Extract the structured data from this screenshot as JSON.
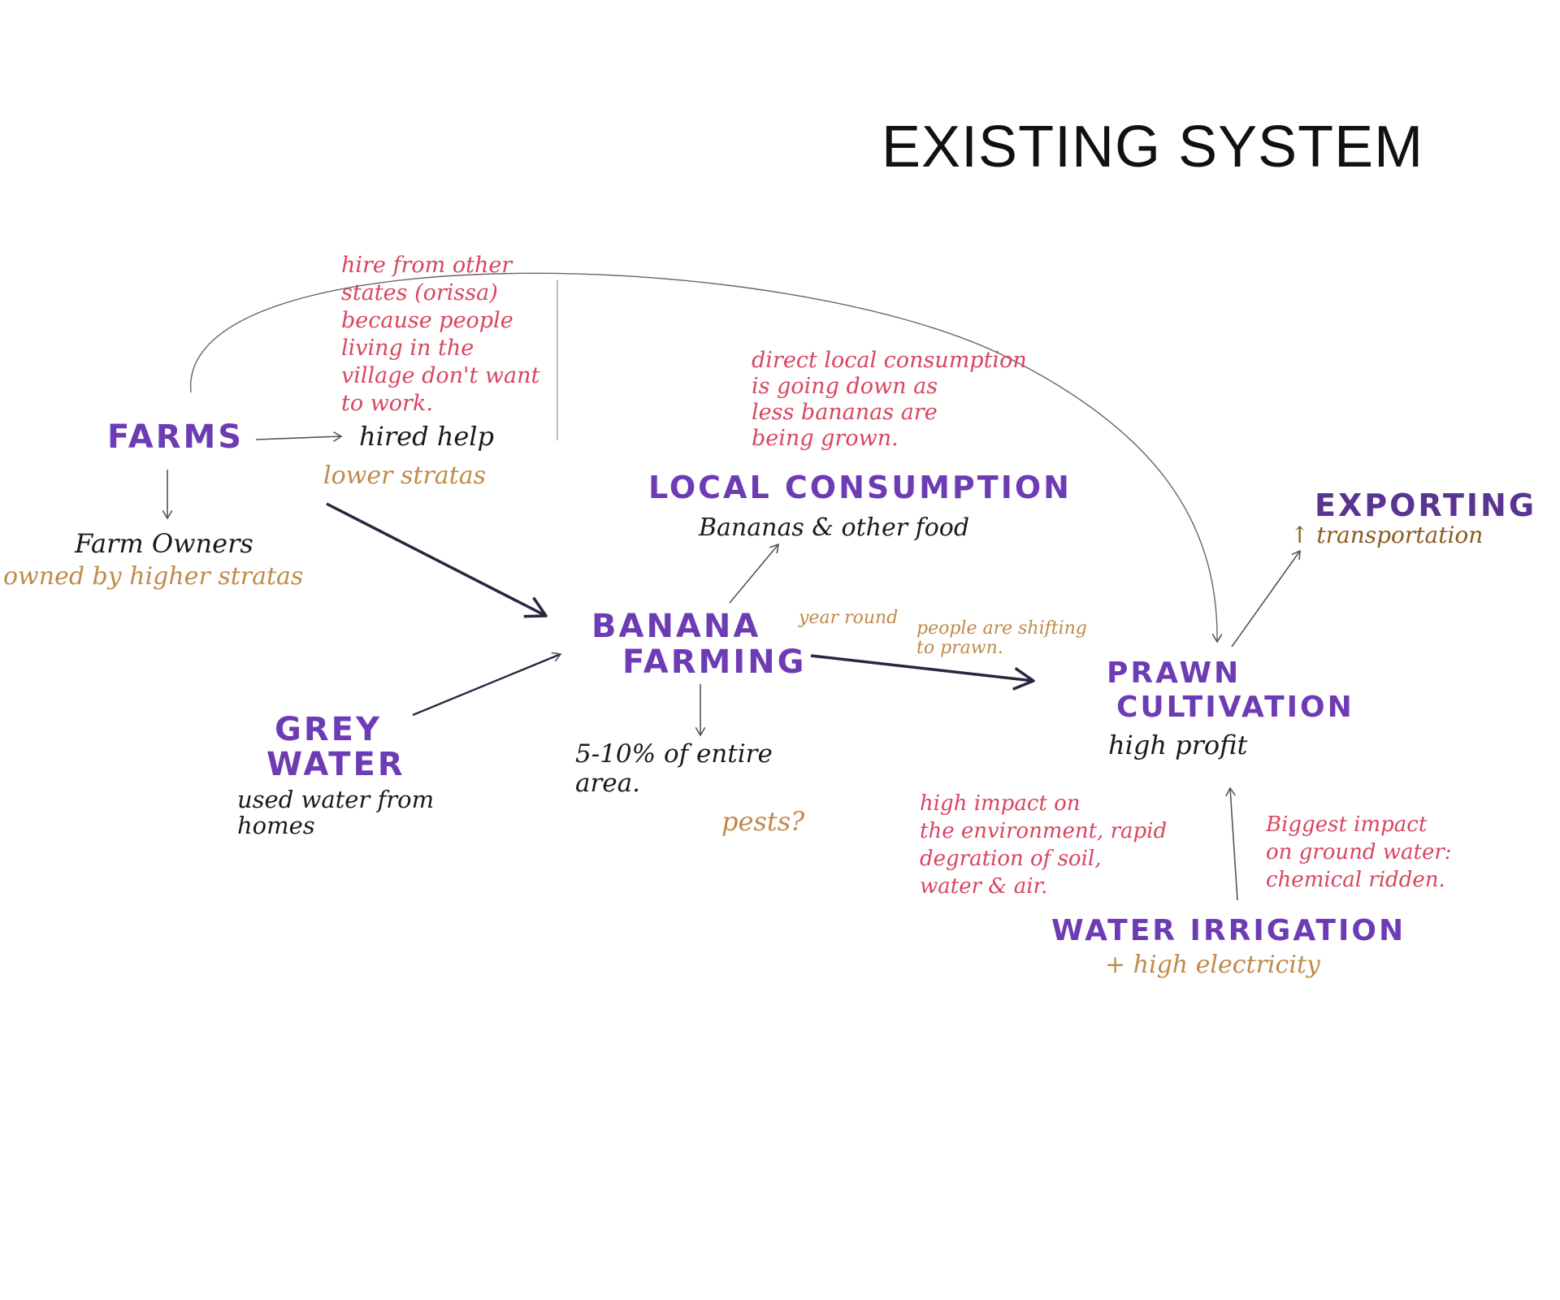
{
  "title": "EXISTING SYSTEM",
  "colors": {
    "node": "#6d3cb4",
    "note_red": "#d9455f",
    "note_brown": "#c08a4a",
    "note_dark_brown": "#8a5a20",
    "text_black": "#1a1a1a",
    "arrow": "#2a2540",
    "thin_line": "#555555"
  },
  "nodes": {
    "farms": "FARMS",
    "local_consumption": "LOCAL CONSUMPTION",
    "exporting": "EXPORTING",
    "banana_farming_line1": "BANANA",
    "banana_farming_line2": "FARMING",
    "prawn_cultivation_line1": "PRAWN",
    "prawn_cultivation_line2": "CULTIVATION",
    "grey_water_line1": "GREY",
    "grey_water_line2": "WATER",
    "water_irrigation": "WATER IRRIGATION"
  },
  "notes": {
    "hire_from_other_states": "hire from other\nstates (orissa)\nbecause people\nliving in the\nvillage don't want\nto work.",
    "hired_help": "hired help",
    "lower_stratas": "lower stratas",
    "farm_owners": "Farm Owners",
    "owned_by_higher_stratas": "owned by higher stratas",
    "direct_local_consumption": "direct local consumption\nis going down as\nless bananas are\nbeing grown.",
    "bananas_other_food": "Bananas & other food",
    "transportation": "↑ transportation",
    "year_round": "year round",
    "people_shifting": "people are shifting\nto prawn.",
    "high_profit": "high profit",
    "area_share": "5-10% of entire\narea.",
    "pests": "pests?",
    "used_water_from_homes": "used water from\nhomes",
    "high_impact": "high impact on\nthe environment, rapid\ndegration of soil,\nwater & air.",
    "biggest_impact": "Biggest impact\non ground water:\nchemical ridden.",
    "high_electricity": "+ high electricity"
  }
}
